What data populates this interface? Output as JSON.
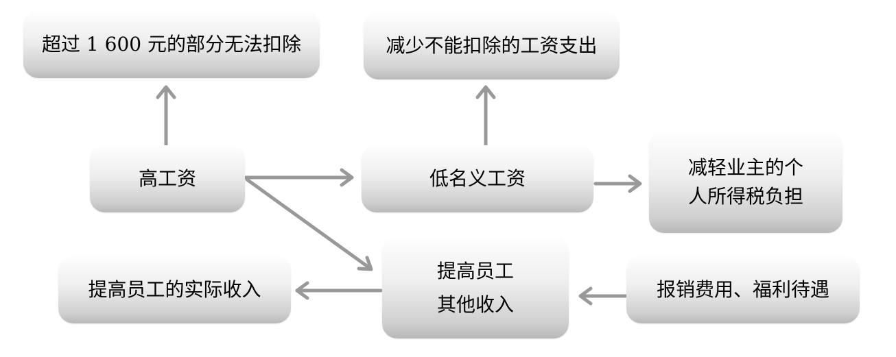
{
  "nodes": {
    "over_1600": "超过 1 600 元的部分无法扣除",
    "reduce_nondeductible": "减少不能扣除的工资支出",
    "high_salary": "高工资",
    "low_nominal_salary": "低名义工资",
    "reduce_owner_tax": [
      "减轻业主的个",
      "人所得税负担"
    ],
    "raise_actual_income": "提高员工的实际收入",
    "raise_other_income": [
      "提高员工",
      "其他收入"
    ],
    "reimburse_benefits": "报销费用、福利待遇"
  },
  "colors": {
    "arrow": "#999999",
    "box_top": "#fefefe",
    "box_bottom": "#b9b9b9"
  }
}
